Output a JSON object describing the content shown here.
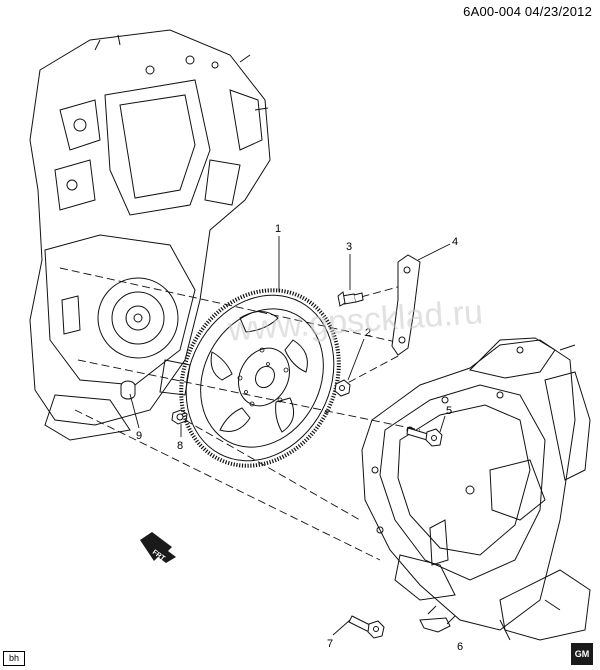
{
  "header": {
    "code_ref": "6A00-004  04/23/2012"
  },
  "watermark": "www.gpscklad.ru",
  "corner_tag": "bh",
  "brand_logo": "GM",
  "direction_label": "FRT",
  "callouts": [
    {
      "id": "1",
      "name": "flywheel"
    },
    {
      "id": "2",
      "name": "bolt"
    },
    {
      "id": "3",
      "name": "bolt"
    },
    {
      "id": "4",
      "name": "bracket"
    },
    {
      "id": "5",
      "name": "bolt"
    },
    {
      "id": "6",
      "name": "clip"
    },
    {
      "id": "7",
      "name": "bolt"
    },
    {
      "id": "8",
      "name": "bolt"
    },
    {
      "id": "9",
      "name": "dowel"
    }
  ]
}
